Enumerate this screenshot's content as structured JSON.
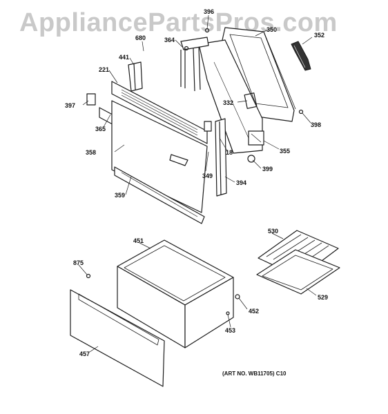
{
  "watermark": "AppliancePartsPros.com",
  "art_number": "(ART NO. WB11705) C10",
  "part_labels": {
    "p396": "396",
    "p350": "350",
    "p352": "352",
    "p680": "680",
    "p364": "364",
    "p441": "441",
    "p221": "221",
    "p332": "332",
    "p397": "397",
    "p365": "365",
    "p398": "398",
    "p18": "18",
    "p358": "358",
    "p355": "355",
    "p349": "349",
    "p399": "399",
    "p394": "394",
    "p359": "359",
    "p530": "530",
    "p451": "451",
    "p875": "875",
    "p452": "452",
    "p529": "529",
    "p453": "453",
    "p457": "457"
  }
}
